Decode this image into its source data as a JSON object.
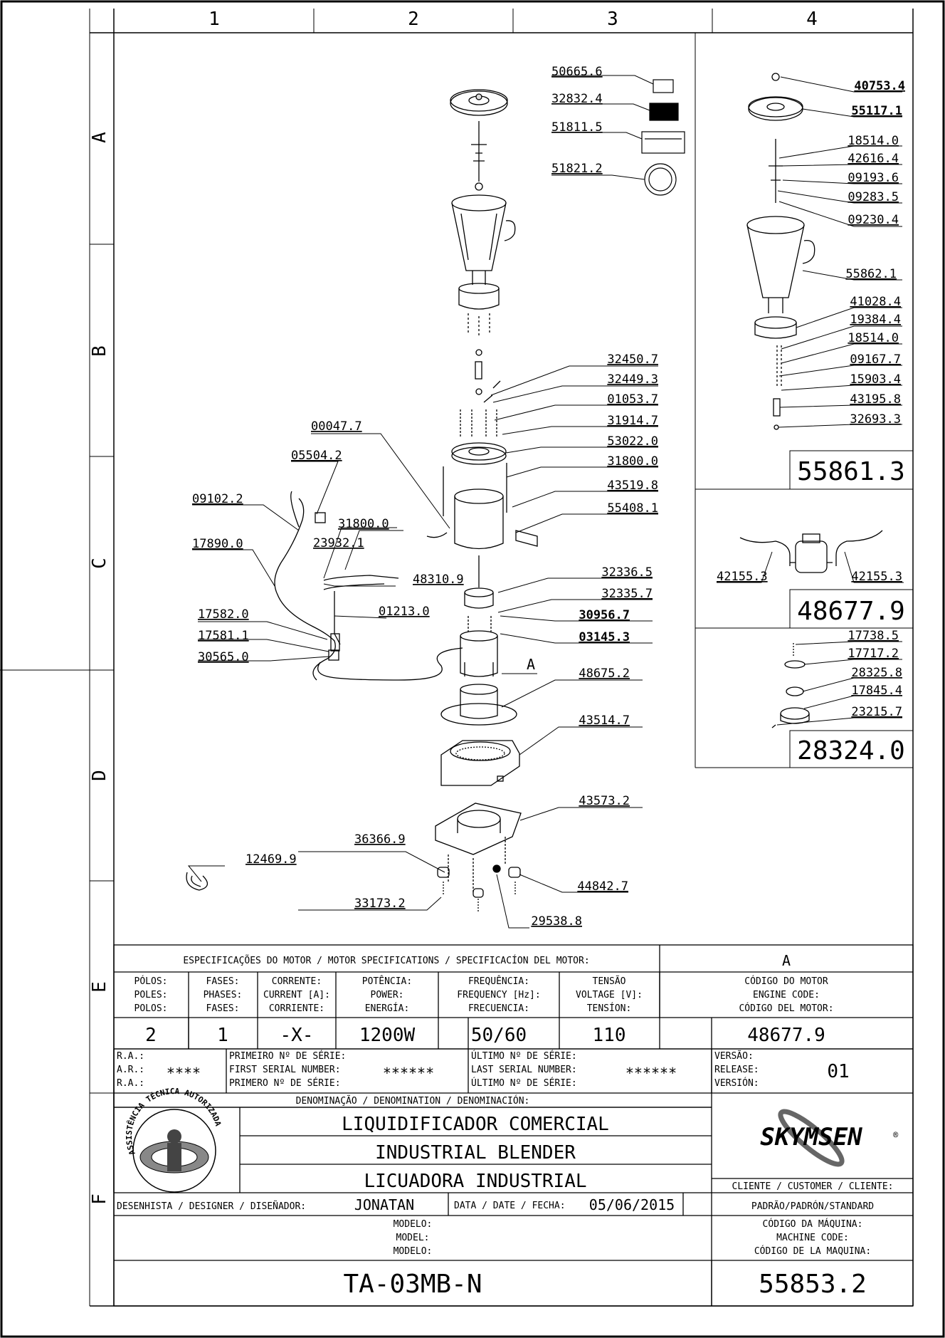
{
  "grid": {
    "columns": [
      "1",
      "2",
      "3",
      "4"
    ],
    "rows": [
      "A",
      "B",
      "C",
      "D",
      "E",
      "F"
    ]
  },
  "main_callouts": [
    {
      "id": "50665.6"
    },
    {
      "id": "32832.4"
    },
    {
      "id": "51811.5"
    },
    {
      "id": "51821.2"
    },
    {
      "id": "32450.7"
    },
    {
      "id": "32449.3"
    },
    {
      "id": "01053.7"
    },
    {
      "id": "31914.7"
    },
    {
      "id": "53022.0"
    },
    {
      "id": "31800.0"
    },
    {
      "id": "43519.8"
    },
    {
      "id": "55408.1"
    },
    {
      "id": "00047.7"
    },
    {
      "id": "05504.2"
    },
    {
      "id": "09102.2"
    },
    {
      "id": "31800.0"
    },
    {
      "id": "23932.1"
    },
    {
      "id": "17890.0"
    },
    {
      "id": "48310.9"
    },
    {
      "id": "01213.0"
    },
    {
      "id": "17582.0"
    },
    {
      "id": "17581.1"
    },
    {
      "id": "30565.0"
    },
    {
      "id": "32336.5"
    },
    {
      "id": "32335.7"
    },
    {
      "id": "30956.7"
    },
    {
      "id": "03145.3"
    },
    {
      "id": "48675.2"
    },
    {
      "id": "43514.7"
    },
    {
      "id": "43573.2"
    },
    {
      "id": "36366.9"
    },
    {
      "id": "12469.9"
    },
    {
      "id": "33173.2"
    },
    {
      "id": "44842.7"
    },
    {
      "id": "29538.8"
    }
  ],
  "detail_marker": "A",
  "kit_jar": {
    "code": "55861.3",
    "callouts": [
      "40753.4",
      "55117.1",
      "18514.0",
      "42616.4",
      "09193.6",
      "09283.5",
      "09230.4",
      "55862.1",
      "41028.4",
      "19384.4",
      "18514.0",
      "09167.7",
      "15903.4",
      "43195.8",
      "32693.3"
    ]
  },
  "kit_motor": {
    "code": "48677.9",
    "callouts": [
      "42155.3",
      "42155.3"
    ]
  },
  "kit_coupling": {
    "code": "28324.0",
    "callouts": [
      "17738.5",
      "17717.2",
      "28325.8",
      "17845.4",
      "23215.7"
    ]
  },
  "motor_specs": {
    "title": "ESPECIFICAÇÕES DO MOTOR / MOTOR SPECIFICATIONS / SPECIFICACÍON DEL MOTOR:",
    "detail_ref": "A",
    "headers": [
      [
        "PÓLOS:",
        "POLES:",
        "POLOS:"
      ],
      [
        "FASES:",
        "PHASES:",
        "FASES:"
      ],
      [
        "CORRENTE:",
        "CURRENT [A]:",
        "CORRIENTE:"
      ],
      [
        "POTÊNCIA:",
        "POWER:",
        "ENERGÍA:"
      ],
      [
        "FREQUÊNCIA:",
        "FREQUENCY [Hz]:",
        "FRECUENCIA:"
      ],
      [
        "TENSÃO",
        "VOLTAGE [V]:",
        "TENSÍON:"
      ],
      [
        "CÓDIGO DO MOTOR",
        "ENGINE CODE:",
        "CÓDIGO DEL MOTOR:"
      ]
    ],
    "values": [
      "2",
      "1",
      "-X-",
      "1200W",
      "50/60",
      "110",
      "48677.9"
    ]
  },
  "serial": {
    "ra_labels": [
      "R.A.:",
      "A.R.:",
      "R.A.:"
    ],
    "ra_value": "****",
    "first_labels": [
      "PRIMEIRO Nº DE SÉRIE:",
      "FIRST SERIAL NUMBER:",
      "PRIMERO Nº DE SÉRIE:"
    ],
    "first_value": "******",
    "last_labels": [
      "ÚLTIMO Nº DE SÉRIE:",
      "LAST SERIAL NUMBER:",
      "ÚLTIMO Nº DE SÉRIE:"
    ],
    "last_value": "******",
    "version_labels": [
      "VERSÃO:",
      "RELEASE:",
      "VERSIÓN:"
    ],
    "version_value": "01"
  },
  "denomination": {
    "header": "DENOMINAÇÃO / DENOMINATION / DENOMINACIÓN:",
    "lines": [
      "LIQUIDIFICADOR COMERCIAL",
      "INDUSTRIAL BLENDER",
      "LICUADORA INDUSTRIAL"
    ],
    "seal_text": "ASSISTÊNCIA TÉCNICA AUTORIZADA"
  },
  "brand": {
    "logo_text": "SKYMSEN",
    "logo_mark": "®"
  },
  "customer": {
    "label": "CLIENTE / CUSTOMER / CLIENTE:",
    "value": "PADRÃO/PADRÓN/STANDARD"
  },
  "designer": {
    "label": "DESENHISTA / DESIGNER / DISEÑADOR:",
    "value": "JONATAN"
  },
  "date": {
    "label": "DATA / DATE / FECHA:",
    "value": "05/06/2015"
  },
  "model": {
    "labels": [
      "MODELO:",
      "MODEL:",
      "MODELO:"
    ],
    "value": "TA-03MB-N"
  },
  "machine_code": {
    "labels": [
      "CÓDIGO DA MÁQUINA:",
      "MACHINE CODE:",
      "CÓDIGO DE LA MAQUINA:"
    ],
    "value": "55853.2"
  }
}
